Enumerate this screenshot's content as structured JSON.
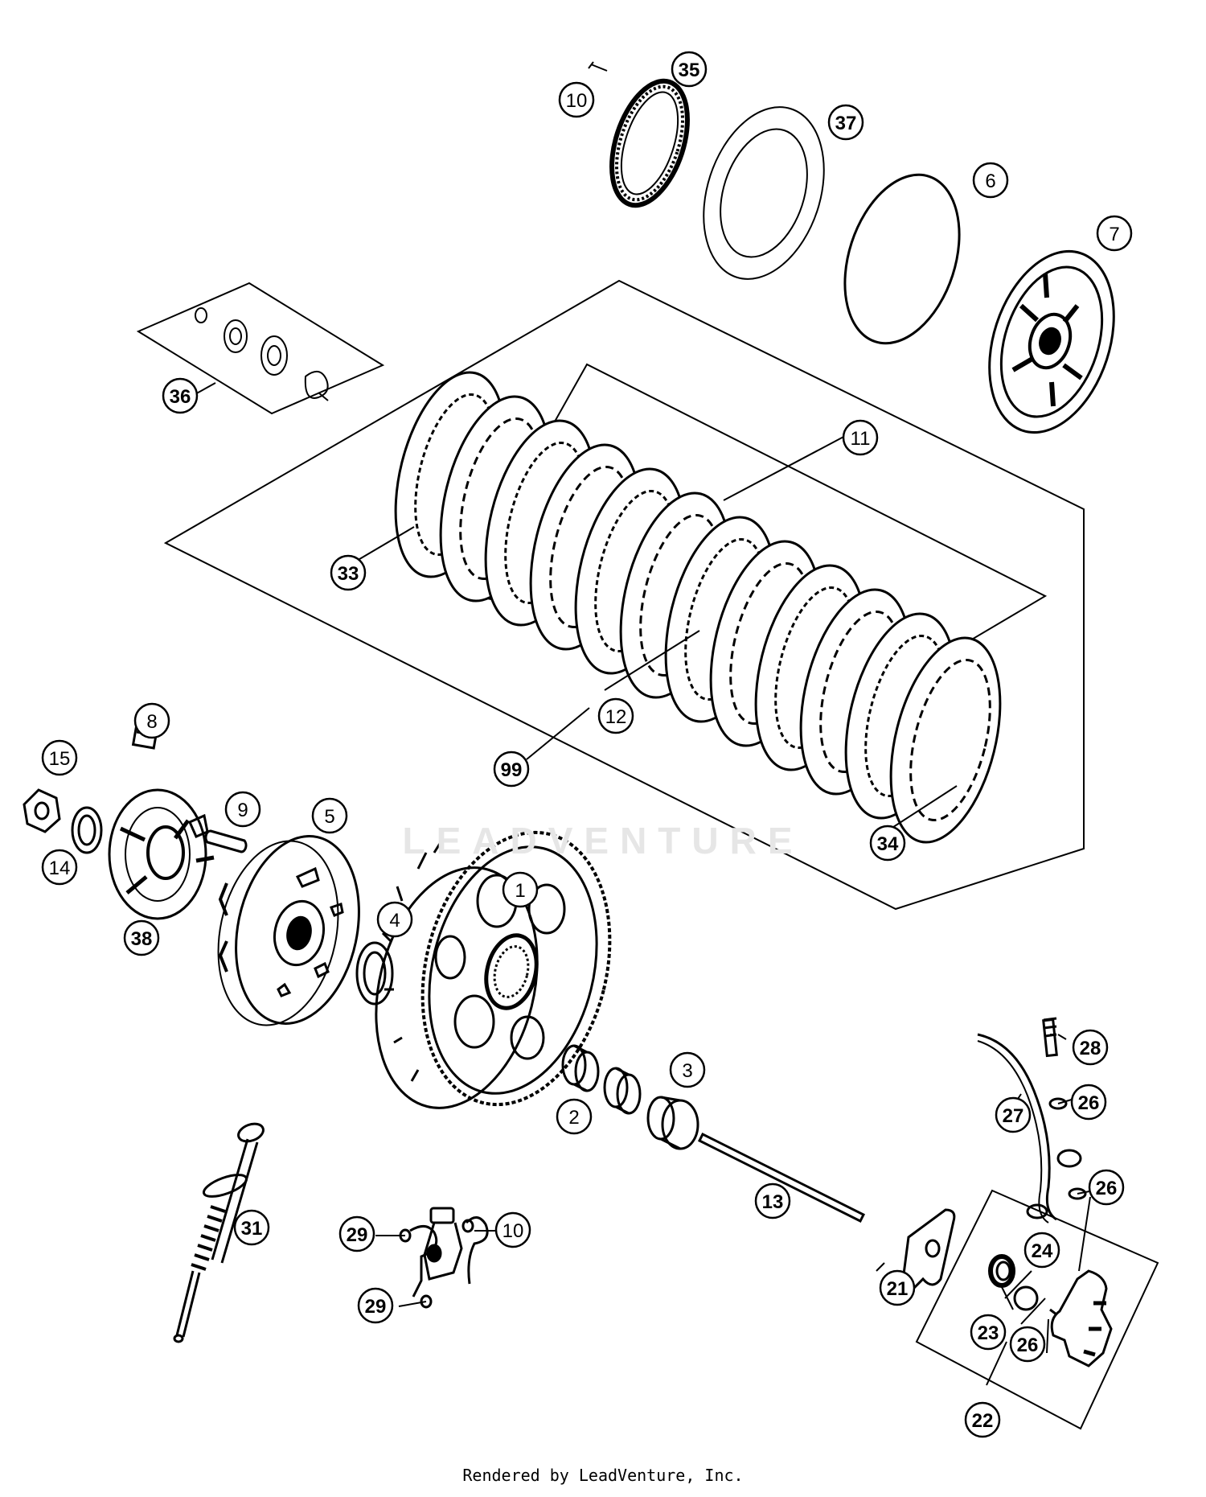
{
  "watermark_text": "LEADVENTURE",
  "footer_text": "Rendered by LeadVenture, Inc.",
  "callouts": {
    "c10a": "10",
    "c35": "35",
    "c37": "37",
    "c6": "6",
    "c7": "7",
    "c36": "36",
    "c11": "11",
    "c33": "33",
    "c12": "12",
    "c99": "99",
    "c34": "34",
    "c8": "8",
    "c15": "15",
    "c9": "9",
    "c5": "5",
    "c14": "14",
    "c38": "38",
    "c1": "1",
    "c4": "4",
    "c3": "3",
    "c2": "2",
    "c28": "28",
    "c26a": "26",
    "c27": "27",
    "c26b": "26",
    "c13": "13",
    "c31": "31",
    "c29a": "29",
    "c10b": "10",
    "c29b": "29",
    "c21": "21",
    "c24": "24",
    "c23": "23",
    "c26c": "26",
    "c22": "22"
  }
}
